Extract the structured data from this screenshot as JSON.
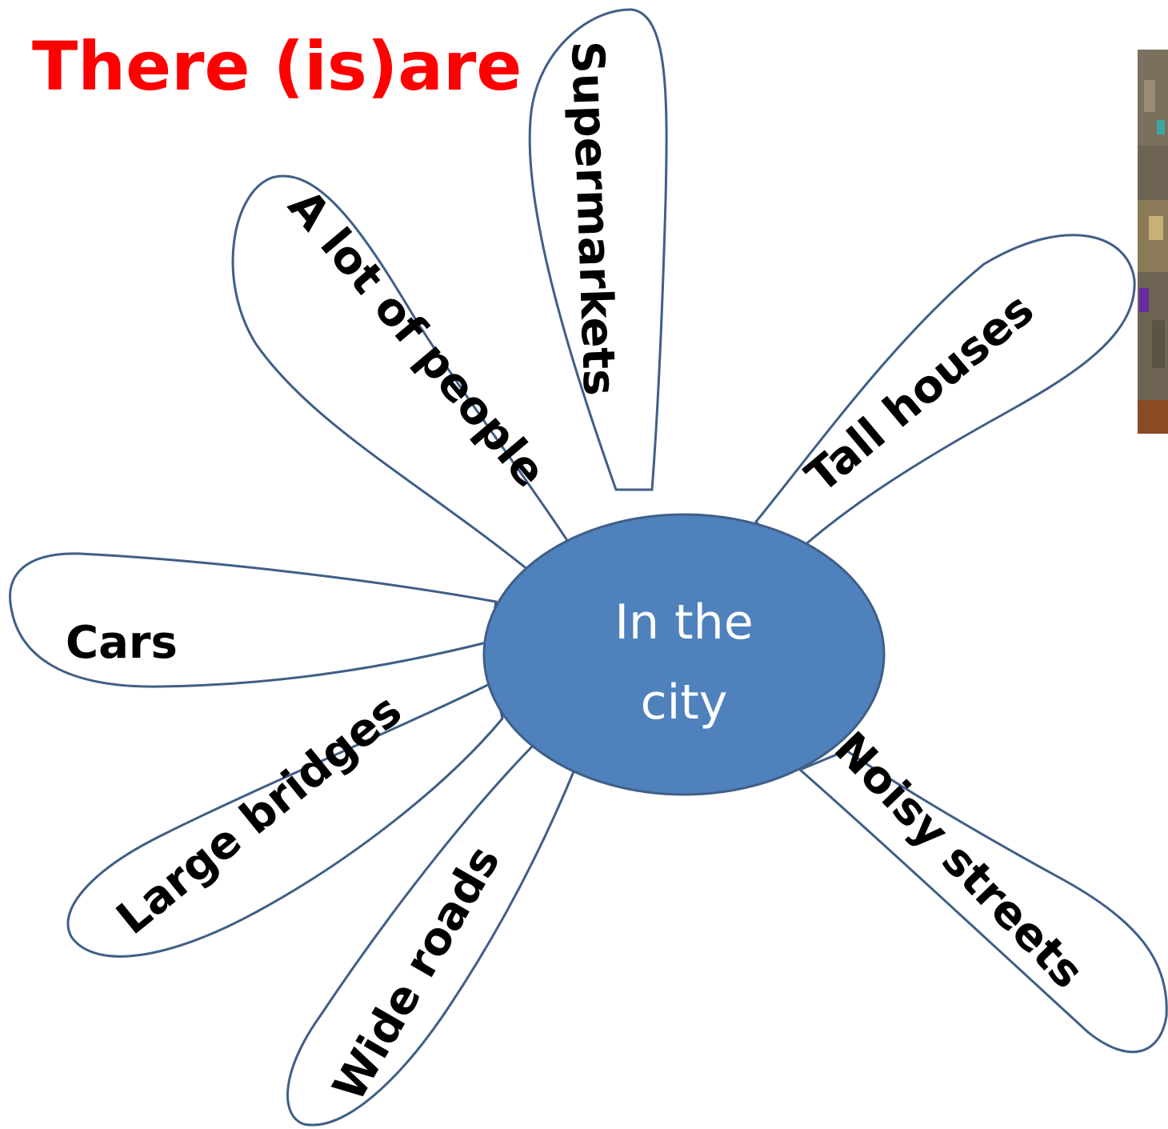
{
  "title": "There (is)are",
  "center": {
    "line1": "In the",
    "line2": "city"
  },
  "petals": [
    "Supermarkets",
    "A lot of people",
    "Tall houses",
    "Cars",
    "Large bridges",
    "Wide roads",
    "Noisy streets"
  ],
  "photo": {
    "icon": "city-photo-icon"
  },
  "colors": {
    "title": "#ff0000",
    "center_fill": "#4f81bd",
    "center_text": "#ffffff",
    "petal_outline": "#3f5f87",
    "label_text": "#000000"
  }
}
